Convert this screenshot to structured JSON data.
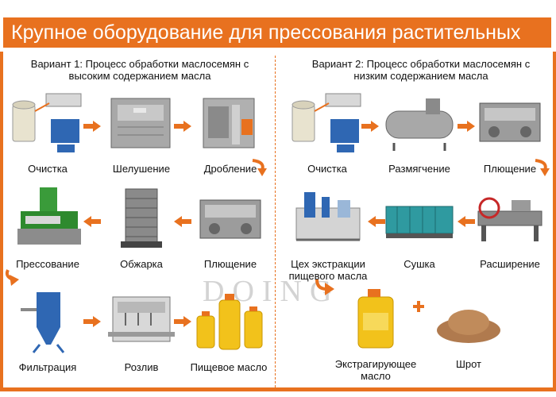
{
  "title": "Крупное оборудование для прессования растительных масел",
  "variant1": {
    "title": "Вариант 1: Процесс обработки маслосемян с высоким содержанием масла",
    "steps": [
      "Очистка",
      "Шелушение",
      "Дробление",
      "Плющение",
      "Обжарка",
      "Прессование",
      "Фильтрация",
      "Розлив",
      "Пищевое масло"
    ]
  },
  "variant2": {
    "title": "Вариант 2: Процесс обработки маслосемян с низким содержанием масла",
    "steps": [
      "Очистка",
      "Размягчение",
      "Плющение",
      "Расширение",
      "Сушка",
      "Цех экстракции пищевого масла",
      "Экстрагирующее масло",
      "Шрот"
    ]
  },
  "watermark": "DOING",
  "colors": {
    "accent": "#e8711f",
    "machine_gray": "#9a9a9a",
    "machine_blue": "#2f67b3",
    "oil_yellow": "#f2c21b",
    "meal_brown": "#b07a4e"
  }
}
